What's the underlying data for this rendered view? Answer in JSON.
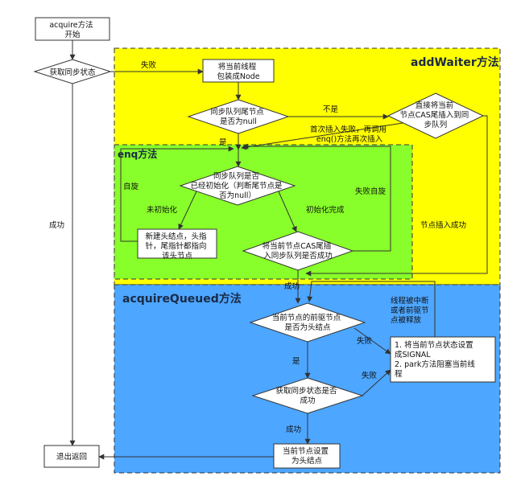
{
  "sections": {
    "add_waiter": {
      "title": "addWaiter方法",
      "color": "#ffff00"
    },
    "enq": {
      "title": "enq方法",
      "color": "#88ff2a"
    },
    "acquire_queued": {
      "title": "acquireQueued方法",
      "color": "#4da6ff"
    }
  },
  "nodes": {
    "start": [
      "acquire方法",
      "开始"
    ],
    "try_acquire": [
      "获取同步状态"
    ],
    "wrap_node": [
      "将当前线程",
      "包装成Node"
    ],
    "tail_null": [
      "同步队列尾节点",
      "是否为null"
    ],
    "cas_direct": [
      "直接将当前",
      "节点CAS尾插入到同",
      "步队列"
    ],
    "queue_init": [
      "同步队列是否",
      "已经初始化（判断尾节点是",
      "否为null）"
    ],
    "new_head": [
      "新建头结点，头指",
      "针，尾指针都指向",
      "该头节点"
    ],
    "cas_enq": [
      "将当前节点CAS尾插",
      "入同步队列是否成功"
    ],
    "pred_is_head": [
      "当前节点的前驱节点",
      "是否为头结点"
    ],
    "park": [
      "1. 将当前节点状态设置",
      "成SIGNAL",
      "2. park方法阻塞当前线",
      "程"
    ],
    "try_acquire_again": [
      "获取同步状态是否",
      "成功"
    ],
    "set_head": [
      "当前节点设置",
      "为头结点"
    ],
    "exit": [
      "退出返回"
    ]
  },
  "labels": {
    "fail": "失败",
    "not": "不是",
    "yes": "是",
    "first_insert_fail": [
      "首次插入失败，再调用",
      "enq()方法再次插入"
    ],
    "spin_left": "自旋",
    "spin_fail": "失败自旋",
    "not_initialized": "未初始化",
    "init_done": "初始化完成",
    "success": "成功",
    "tail_insert_success": "节点插入成功",
    "interrupt": [
      "线程被中断",
      "或者前驱节",
      "点被释放"
    ],
    "fail1": "失败",
    "fail2": "失败",
    "success2": "成功",
    "success_main": "成功"
  }
}
